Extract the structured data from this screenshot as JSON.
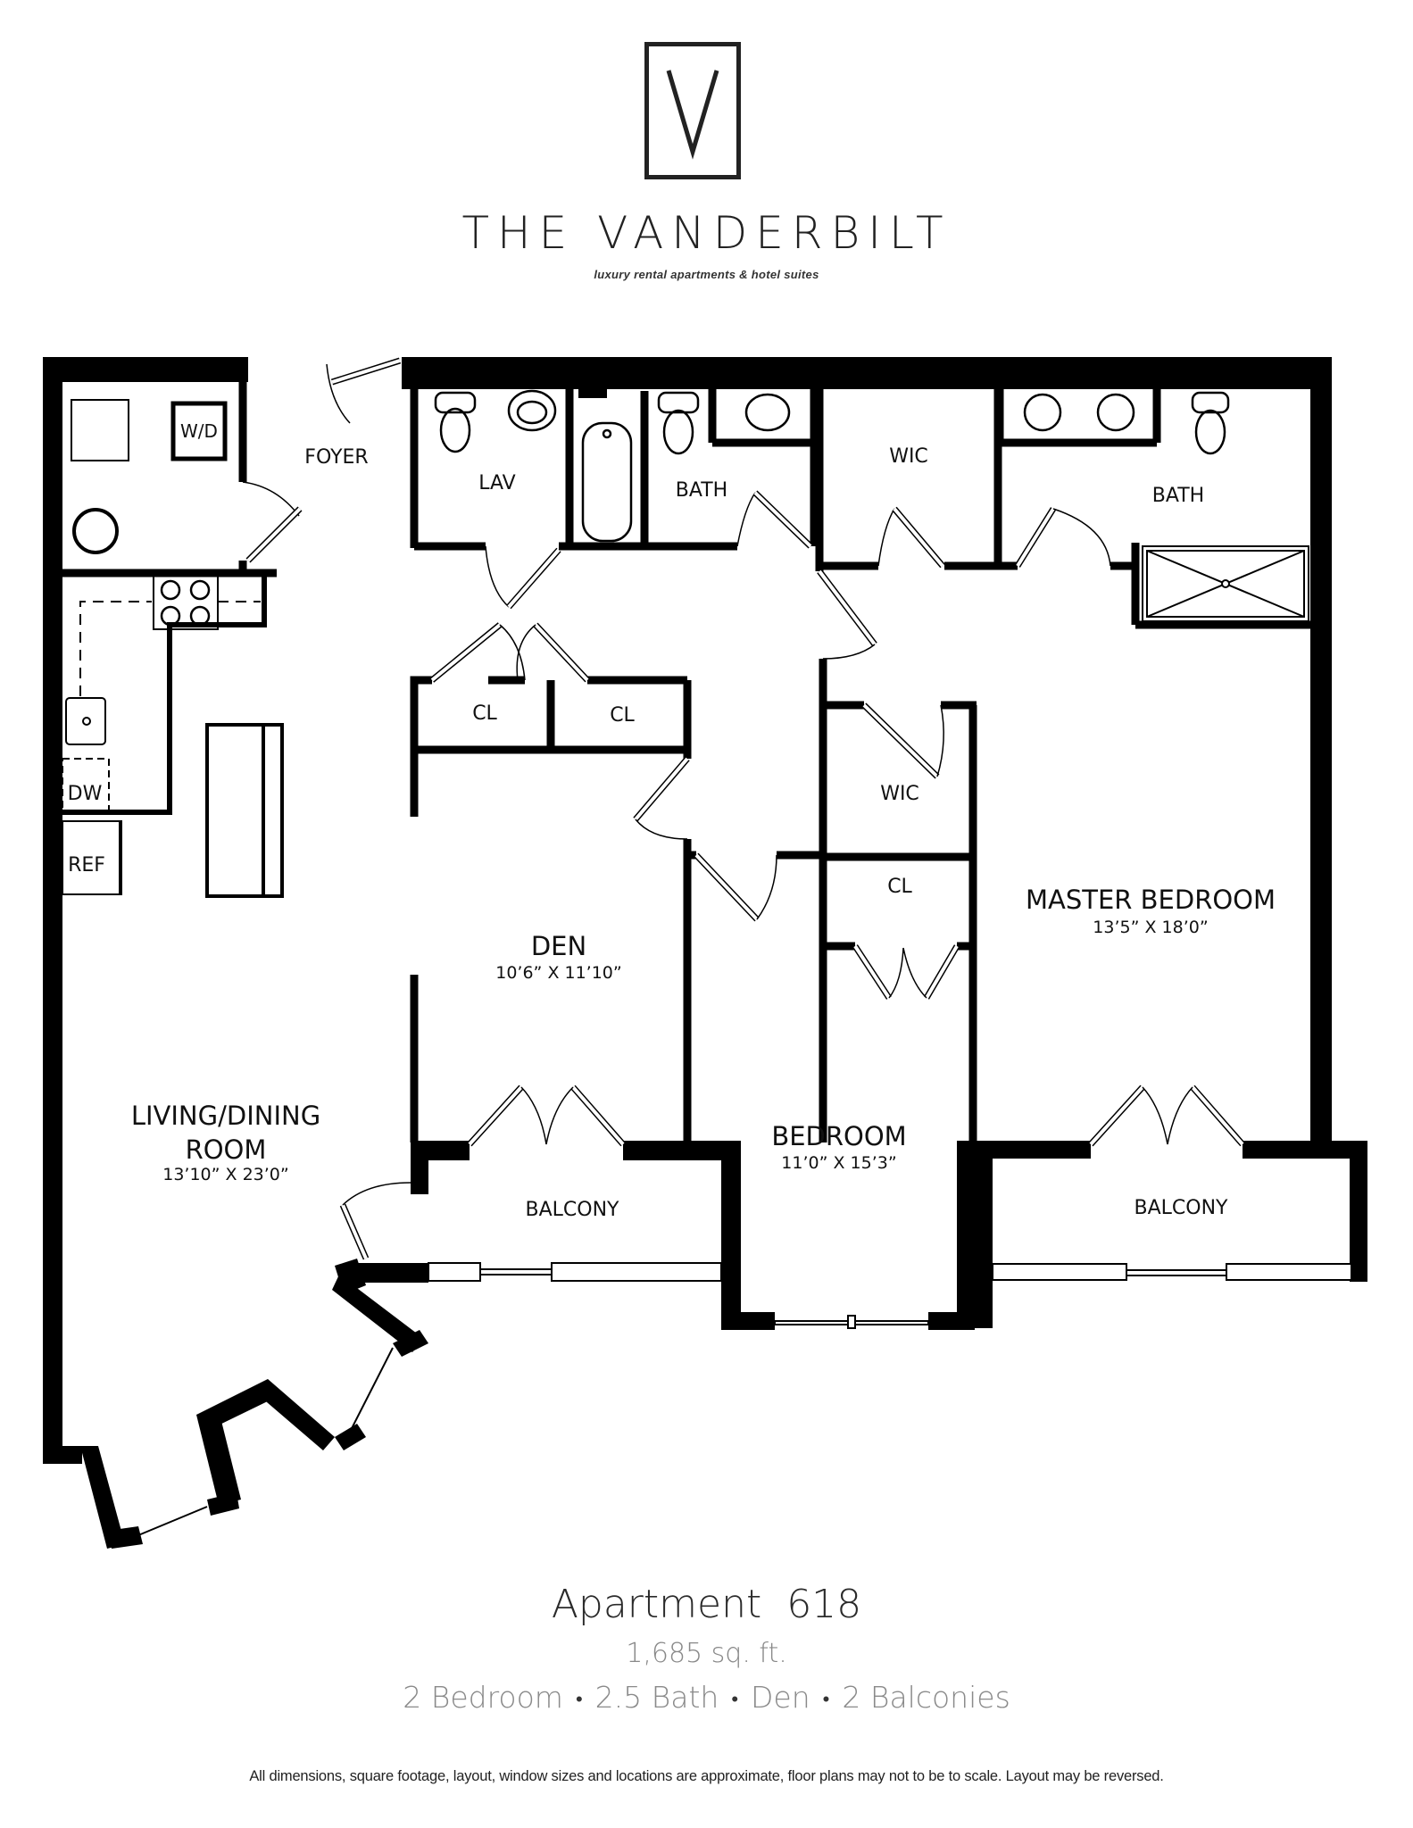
{
  "brand": {
    "logo_letter": "V",
    "name": "THE VANDERBILT",
    "tagline": "luxury rental apartments & hotel suites"
  },
  "floor_plan": {
    "rooms": {
      "foyer": {
        "name": "FOYER"
      },
      "laundry_wd": {
        "name": "W/D"
      },
      "lav": {
        "name": "LAV"
      },
      "hall_bath": {
        "name": "BATH"
      },
      "wic_top": {
        "name": "WIC"
      },
      "master_bath": {
        "name": "BATH"
      },
      "closet_1": {
        "name": "CL"
      },
      "closet_2": {
        "name": "CL"
      },
      "wic_mid": {
        "name": "WIC"
      },
      "closet_bedroom": {
        "name": "CL"
      },
      "dishwasher": {
        "name": "DW"
      },
      "refrigerator": {
        "name": "REF"
      },
      "den": {
        "name": "DEN",
        "dimensions": "10’6” X 11’10”"
      },
      "master_bedroom": {
        "name": "MASTER BEDROOM",
        "dimensions": "13’5” X 18’0”"
      },
      "living_dining": {
        "name_line1": "LIVING/DINING",
        "name_line2": "ROOM",
        "dimensions": "13’10”  X 23’0”"
      },
      "bedroom": {
        "name": "BEDROOM",
        "dimensions": "11’0” X 15’3”"
      },
      "balcony_left": {
        "name": "BALCONY"
      },
      "balcony_right": {
        "name": "BALCONY"
      }
    }
  },
  "apartment": {
    "title": "Apartment  618",
    "square_footage": "1,685 sq. ft.",
    "features": [
      "2 Bedroom",
      "2.5 Bath",
      "Den",
      "2 Balconies"
    ],
    "separator": "•"
  },
  "disclaimer": "All dimensions, square footage, layout, window sizes and locations are approximate, floor plans may not to be to scale.  Layout may be reversed.",
  "colors": {
    "wall": "#000000",
    "text_dark": "#1a1a1a",
    "text_muted": "#888888"
  }
}
